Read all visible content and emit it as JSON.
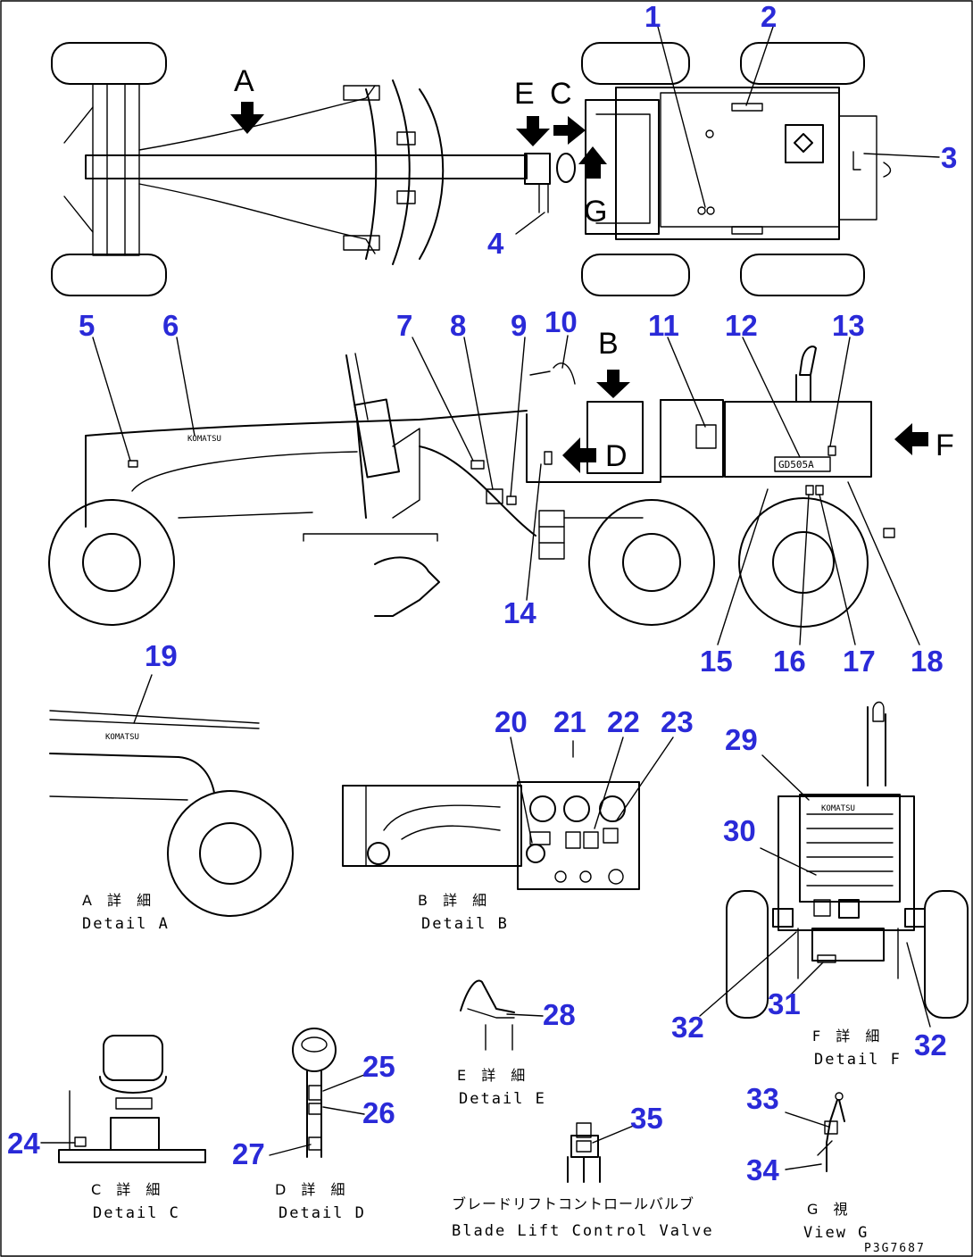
{
  "callouts": [
    "1",
    "2",
    "3",
    "4",
    "5",
    "6",
    "7",
    "8",
    "9",
    "10",
    "11",
    "12",
    "13",
    "14",
    "15",
    "16",
    "17",
    "18",
    "19",
    "20",
    "21",
    "22",
    "23",
    "24",
    "25",
    "26",
    "27",
    "28",
    "29",
    "30",
    "31",
    "32",
    "32",
    "33",
    "34",
    "35"
  ],
  "view_letters": [
    "A",
    "B",
    "C",
    "D",
    "E",
    "F",
    "G"
  ],
  "plate_text": "GD505A",
  "logo_text": "KOMATSU",
  "captions": {
    "detail_a_jp": "A 詳 細",
    "detail_a_en": "Detail A",
    "detail_b_jp": "B 詳 細",
    "detail_b_en": "Detail B",
    "detail_c_jp": "C 詳 細",
    "detail_c_en": "Detail C",
    "detail_d_jp": "D 詳 細",
    "detail_d_en": "Detail D",
    "detail_e_jp": "E 詳 細",
    "detail_e_en": "Detail E",
    "detail_f_jp": "F 詳 細",
    "detail_f_en": "Detail F",
    "view_g_jp": "G 視",
    "view_g_en": "View G",
    "valve_jp": "ブレードリフトコントロールバルブ",
    "valve_en": "Blade Lift Control Valve"
  },
  "drawing_number": "P3G7687",
  "colors": {
    "callout": "#2a2ad8",
    "line": "#000000",
    "background": "#ffffff"
  }
}
